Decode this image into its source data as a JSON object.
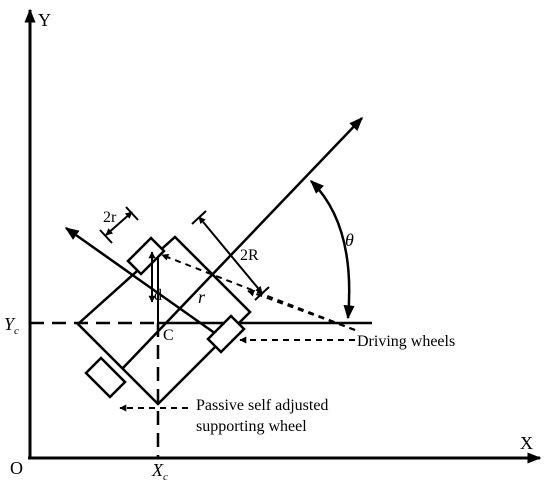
{
  "axes": {
    "x_label": "X",
    "y_label": "Y",
    "origin_label": "O",
    "xc_label": "X",
    "xc_sub": "c",
    "yc_label": "Y",
    "yc_sub": "c"
  },
  "robot": {
    "center_label": "C",
    "wheel_spacing_label": "2R",
    "wheel_width_label": "2r",
    "offset_label": "d",
    "radius_label": "r",
    "angle_label": "θ"
  },
  "annotations": {
    "driving_wheels": "Driving  wheels",
    "passive_wheel_line1": "Passive self adjusted",
    "passive_wheel_line2": "supporting wheel"
  }
}
